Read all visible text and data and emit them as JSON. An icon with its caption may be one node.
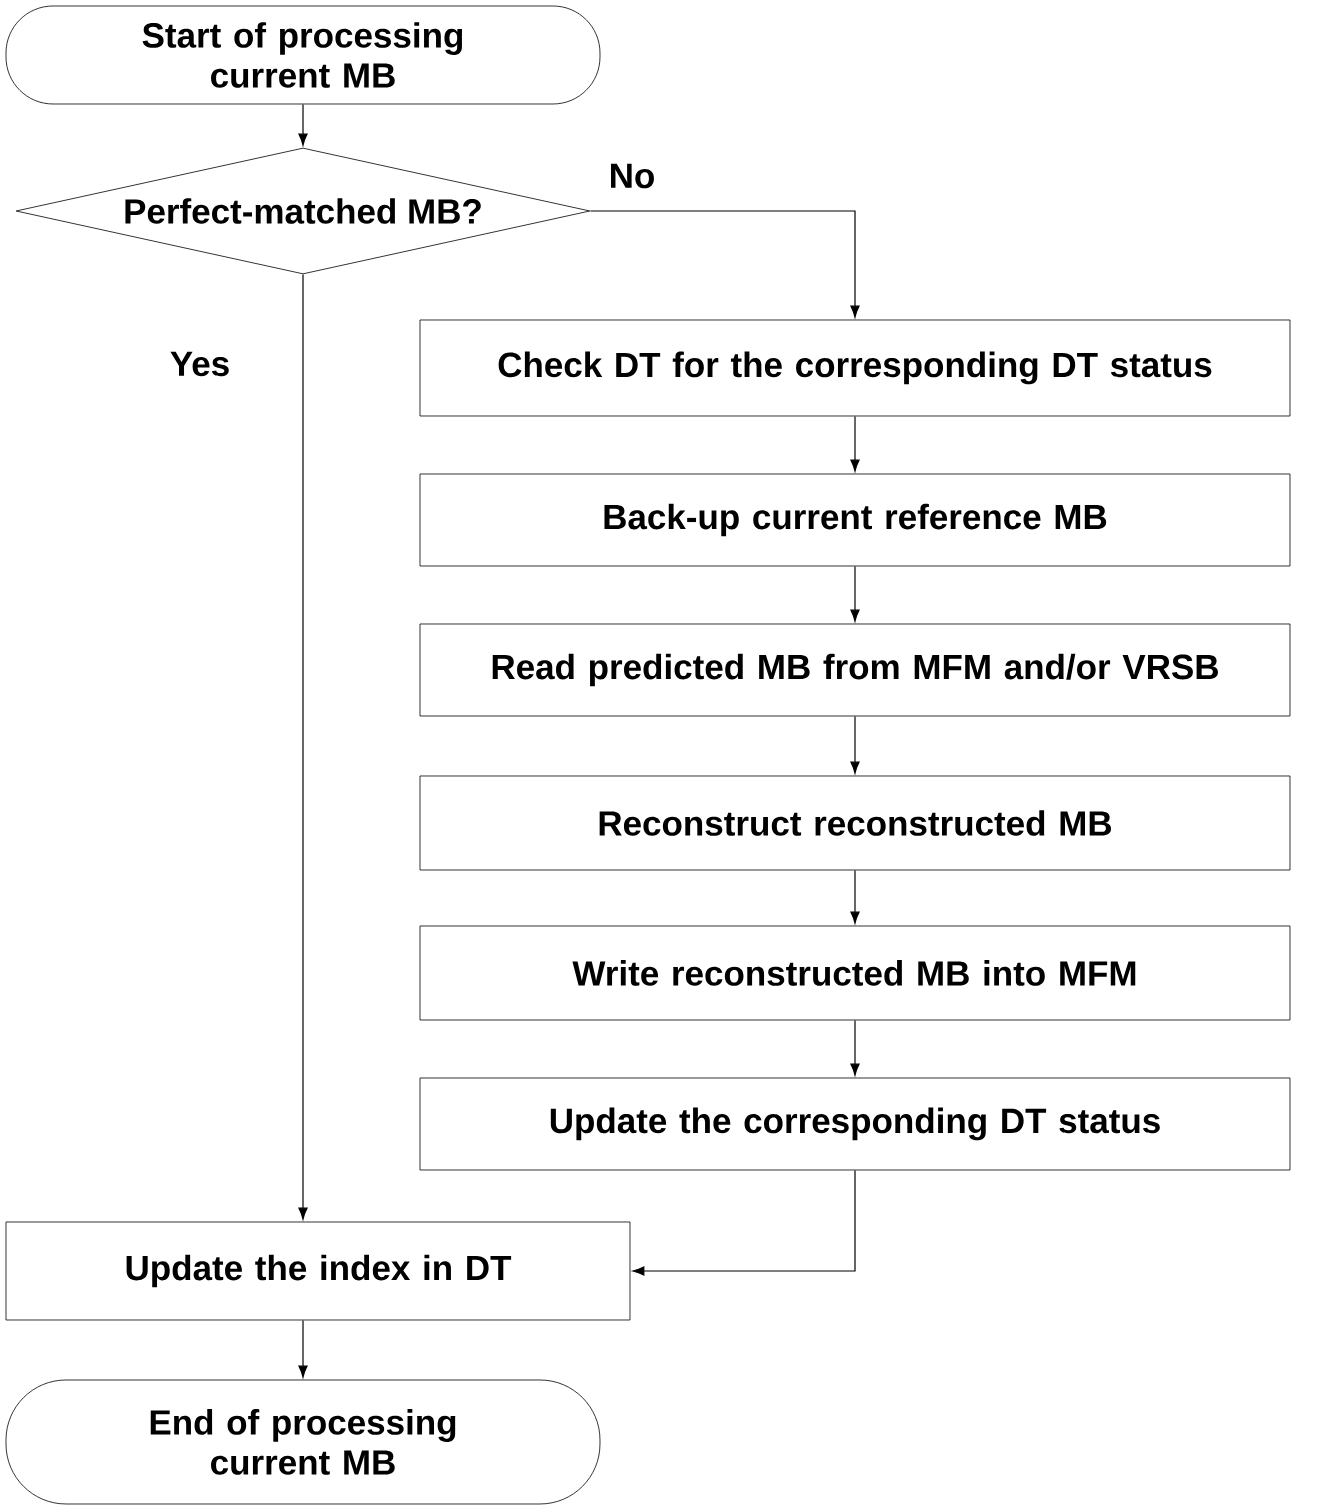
{
  "diagram": {
    "nodes": [
      {
        "text": [
          "Start of processing current MB"
        ]
      },
      {
        "text": [
          "Perfect-matched MB?"
        ]
      },
      {
        "text": [
          "Check DT for the corresponding DT status"
        ]
      },
      {
        "text": [
          "Back-up current reference MB"
        ]
      },
      {
        "text": [
          "Read predicted MB from MFM and/or VRSB"
        ]
      },
      {
        "text": [
          "Reconstruct reconstructed MB"
        ]
      },
      {
        "text": [
          "Write reconstructed MB into MFM"
        ]
      },
      {
        "text": [
          "Update the corresponding DT status"
        ]
      },
      {
        "text": [
          "Update the index in DT"
        ]
      },
      {
        "text": [
          "End of processing current MB"
        ]
      }
    ],
    "edges": [
      {
        "from": 0,
        "to": 1,
        "arrow": "to"
      },
      {
        "from": 1,
        "to": 2,
        "arrow": "to",
        "label": "No"
      },
      {
        "from": 1,
        "to": 8,
        "arrow": "to",
        "label": "Yes"
      },
      {
        "from": 2,
        "to": 3,
        "arrow": "to"
      },
      {
        "from": 3,
        "to": 4,
        "arrow": "to"
      },
      {
        "from": 4,
        "to": 5,
        "arrow": "to"
      },
      {
        "from": 5,
        "to": 6,
        "arrow": "to"
      },
      {
        "from": 6,
        "to": 7,
        "arrow": "to"
      },
      {
        "from": 7,
        "to": 8,
        "arrow": "to"
      },
      {
        "from": 8,
        "to": 9,
        "arrow": "to"
      }
    ]
  }
}
